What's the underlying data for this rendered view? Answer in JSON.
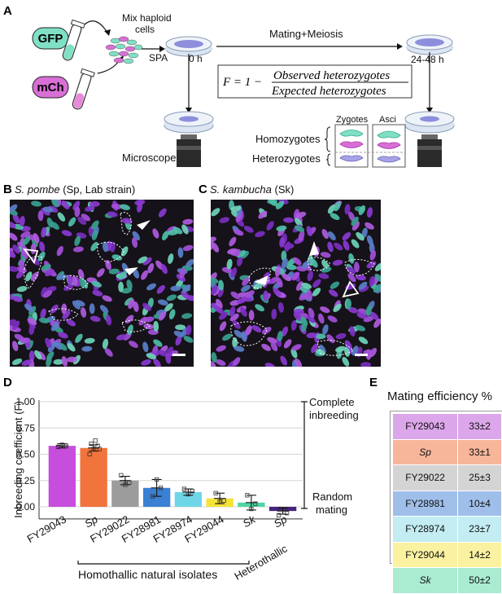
{
  "panels": {
    "a": "A",
    "b": "B",
    "c": "C",
    "d": "D",
    "e": "E"
  },
  "schematic": {
    "gfp_label": "GFP",
    "mch_label": "mCh",
    "mix_label_line1": "Mix haploid",
    "mix_label_line2": "cells",
    "spa_label": "SPA",
    "time_start": "0 h",
    "time_end": "24-48 h",
    "mating_label": "Mating+Meiosis",
    "microscope_label": "Microscope",
    "zygotes_label": "Zygotes",
    "asci_label": "Asci",
    "homozygotes_label": "Homozygotes",
    "heterozygotes_label": "Heterozygotes",
    "formula": {
      "lhs": "F = 1 −",
      "numerator": "Observed heterozygotes",
      "denominator": "Expected heterozygotes"
    },
    "colors": {
      "gfp": "#7fe0c5",
      "mch": "#d86fd6",
      "dish": "#b8cde6",
      "dish_fill": "#8d8fdc"
    }
  },
  "micrographs": {
    "b_title_species": "S. pombe",
    "b_title_rest": " (Sp, Lab strain)",
    "c_title_species": "S. kambucha",
    "c_title_rest": " (Sk)"
  },
  "chart_data": {
    "type": "bar",
    "title": "",
    "ylabel": "Inbreeding coefficient (F)",
    "ylim": [
      -0.1,
      1.0
    ],
    "yticks": [
      "1.00",
      "0.75",
      "0.50",
      "0.25",
      "0.00"
    ],
    "ytick_values": [
      1.0,
      0.75,
      0.5,
      0.25,
      0.0
    ],
    "categories": [
      "FY29043",
      "Sp",
      "FY29022",
      "FY28981",
      "FY28974",
      "FY29044",
      "Sk",
      "Sp"
    ],
    "italic_categories": [
      1,
      6,
      7
    ],
    "values": [
      0.58,
      0.56,
      0.25,
      0.18,
      0.14,
      0.08,
      0.04,
      -0.04
    ],
    "errors": [
      0.02,
      0.03,
      0.04,
      0.08,
      0.03,
      0.05,
      0.07,
      0.03
    ],
    "colors": [
      "#c74ddd",
      "#f0743c",
      "#9c9c9c",
      "#3a80d3",
      "#6fd6e8",
      "#f5e33a",
      "#4fd6a3",
      "#47257b"
    ],
    "points": [
      [
        0.57,
        0.59,
        0.58
      ],
      [
        0.5,
        0.55,
        0.58,
        0.6,
        0.63,
        0.55
      ],
      [
        0.3,
        0.21,
        0.23
      ],
      [
        0.1,
        0.26,
        0.18
      ],
      [
        0.17,
        0.12,
        0.15
      ],
      [
        0.13,
        0.05,
        0.06
      ],
      [
        0.11,
        -0.02,
        0.03
      ],
      [
        -0.08,
        -0.02,
        -0.06
      ]
    ],
    "bracket_top_label_line1": "Complete",
    "bracket_top_label_line2": "inbreeding",
    "bracket_bottom_label_line1": "Random",
    "bracket_bottom_label_line2": "mating",
    "group_label_homothallic": "Homothallic natural isolates",
    "group_label_heterothallic": "Heterothallic",
    "grid": true
  },
  "mating_efficiency": {
    "title": "Mating efficiency %",
    "rows": [
      {
        "strain": "FY29043",
        "value": "33±2",
        "color": "#dca6ea",
        "italic": false
      },
      {
        "strain": "Sp",
        "value": "33±1",
        "color": "#f7b59a",
        "italic": true
      },
      {
        "strain": "FY29022",
        "value": "25±3",
        "color": "#d4d4d4",
        "italic": false
      },
      {
        "strain": "FY28981",
        "value": "10±4",
        "color": "#9fbfea",
        "italic": false
      },
      {
        "strain": "FY28974",
        "value": "23±7",
        "color": "#c3ecf3",
        "italic": false
      },
      {
        "strain": "FY29044",
        "value": "14±2",
        "color": "#faf2a0",
        "italic": false
      },
      {
        "strain": "Sk",
        "value": "50±2",
        "color": "#a9ecd1",
        "italic": true
      }
    ]
  }
}
